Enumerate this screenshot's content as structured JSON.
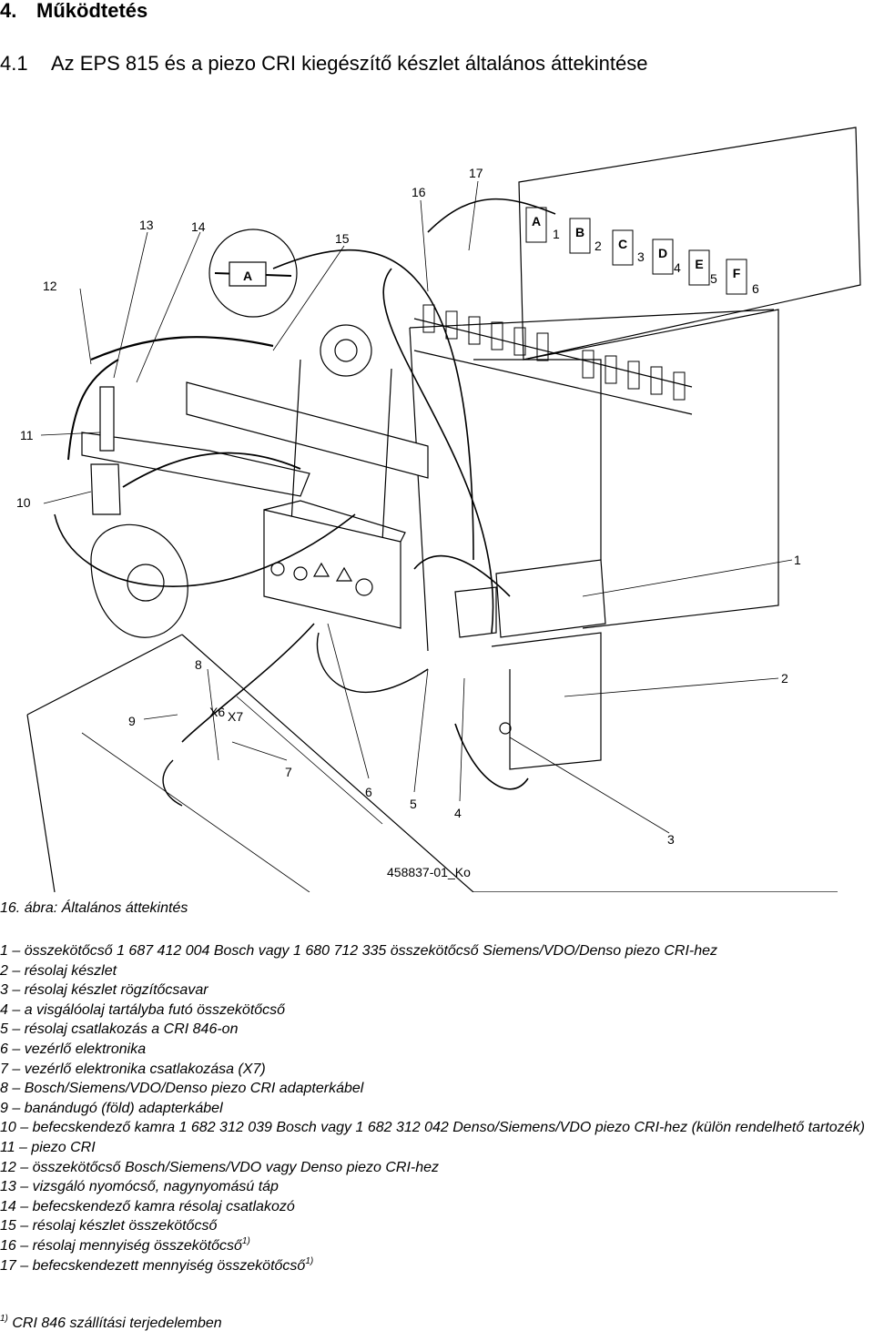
{
  "heading": {
    "number": "4.",
    "title": "Működtetés"
  },
  "subheading": {
    "number": "4.1",
    "title": "Az EPS 815 és a piezo CRI kiegészítő készlet általános áttekintése"
  },
  "figure": {
    "callouts": [
      "1",
      "2",
      "3",
      "4",
      "5",
      "6",
      "7",
      "8",
      "9",
      "10",
      "11",
      "12",
      "13",
      "14",
      "15",
      "16",
      "17"
    ],
    "drawing_text": {
      "tag": "A",
      "slots": [
        "A",
        "B",
        "C",
        "D",
        "E",
        "F"
      ],
      "slot_numbers": [
        "1",
        "2",
        "3",
        "4",
        "5",
        "6"
      ],
      "x6": "X6",
      "x7": "X7",
      "drawing_id": "458837-01_Ko"
    }
  },
  "caption": "16. ábra: Általános áttekintés",
  "legend": [
    {
      "text": "1 – összekötőcső 1 687 412 004 Bosch  vagy 1 680 712 335 összekötőcső Siemens/VDO/Denso piezo CRI-hez",
      "note": ""
    },
    {
      "text": "2 – résolaj készlet",
      "note": ""
    },
    {
      "text": "3 – résolaj készlet rögzítőcsavar",
      "note": ""
    },
    {
      "text": "4 – a visgálóolaj tartályba futó összekötőcső",
      "note": ""
    },
    {
      "text": "5 – résolaj csatlakozás a CRI 846-on",
      "note": ""
    },
    {
      "text": "6 – vezérlő elektronika",
      "note": ""
    },
    {
      "text": "7 – vezérlő elektronika csatlakozása (X7)",
      "note": ""
    },
    {
      "text": "8 – Bosch/Siemens/VDO/Denso piezo CRI adapterkábel",
      "note": ""
    },
    {
      "text": "9 – banándugó (föld) adapterkábel",
      "note": ""
    },
    {
      "text": "10 – befecskendező kamra 1 682 312 039 Bosch vagy 1 682 312 042 Denso/Siemens/VDO piezo CRI-hez (külön rendelhető tartozék)",
      "note": ""
    },
    {
      "text": "11 – piezo CRI",
      "note": ""
    },
    {
      "text": "12 – összekötőcső Bosch/Siemens/VDO vagy Denso piezo CRI-hez",
      "note": ""
    },
    {
      "text": "13 – vizsgáló nyomócső, nagynyomású táp",
      "note": ""
    },
    {
      "text": "14 – befecskendező kamra résolaj csatlakozó",
      "note": ""
    },
    {
      "text": "15 – résolaj készlet összekötőcső",
      "note": ""
    },
    {
      "text": "16 – résolaj mennyiség összekötőcső",
      "note": "1)"
    },
    {
      "text": "17 – befecskendezett mennyiség összekötőcső",
      "note": "1)"
    }
  ],
  "footnote": {
    "mark": "1)",
    "text": " CRI 846 szállítási terjedelemben"
  }
}
